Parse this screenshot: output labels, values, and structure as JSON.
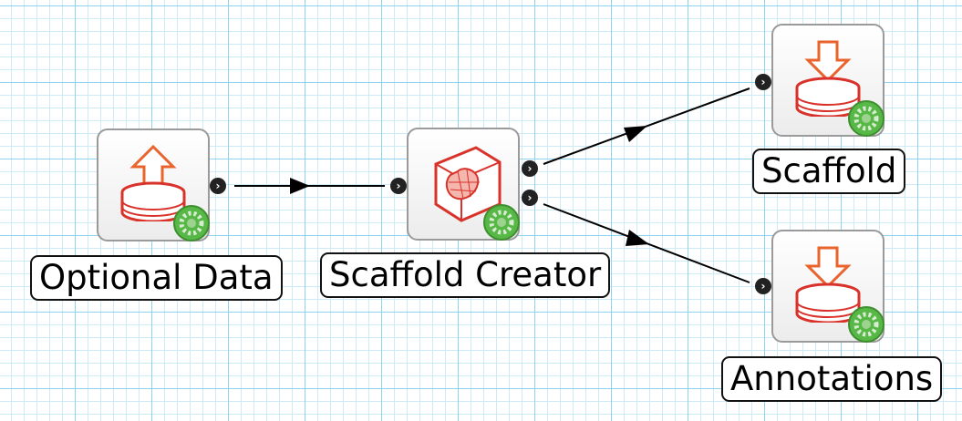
{
  "nodes": {
    "optional_data": {
      "label": "Optional Data",
      "icon": "database-upload-icon"
    },
    "scaffold_creator": {
      "label": "Scaffold Creator",
      "icon": "3d-model-box-icon"
    },
    "scaffold": {
      "label": "Scaffold",
      "icon": "database-download-icon"
    },
    "annotations": {
      "label": "Annotations",
      "icon": "database-download-icon"
    }
  },
  "colors": {
    "icon_red": "#d9322a",
    "icon_orange": "#e8642c",
    "gear_green": "#58b847",
    "edge": "#000000",
    "port": "#222222"
  },
  "edges": [
    {
      "from": "optional_data",
      "to": "scaffold_creator"
    },
    {
      "from": "scaffold_creator",
      "to": "scaffold"
    },
    {
      "from": "scaffold_creator",
      "to": "annotations"
    }
  ]
}
